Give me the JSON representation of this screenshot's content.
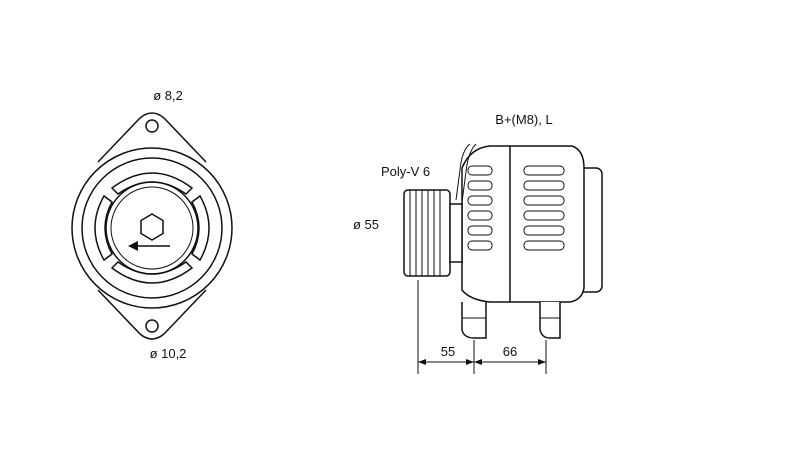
{
  "front_view": {
    "top_hole_label": "ø 8,2",
    "bottom_hole_label": "ø 10,2"
  },
  "side_view": {
    "terminal_label": "B+(M8), L",
    "belt_label": "Poly-V 6",
    "pulley_label": "ø 55",
    "dim_left_label": "55",
    "dim_right_label": "66"
  },
  "colors": {
    "line": "#111111",
    "background": "#ffffff"
  }
}
